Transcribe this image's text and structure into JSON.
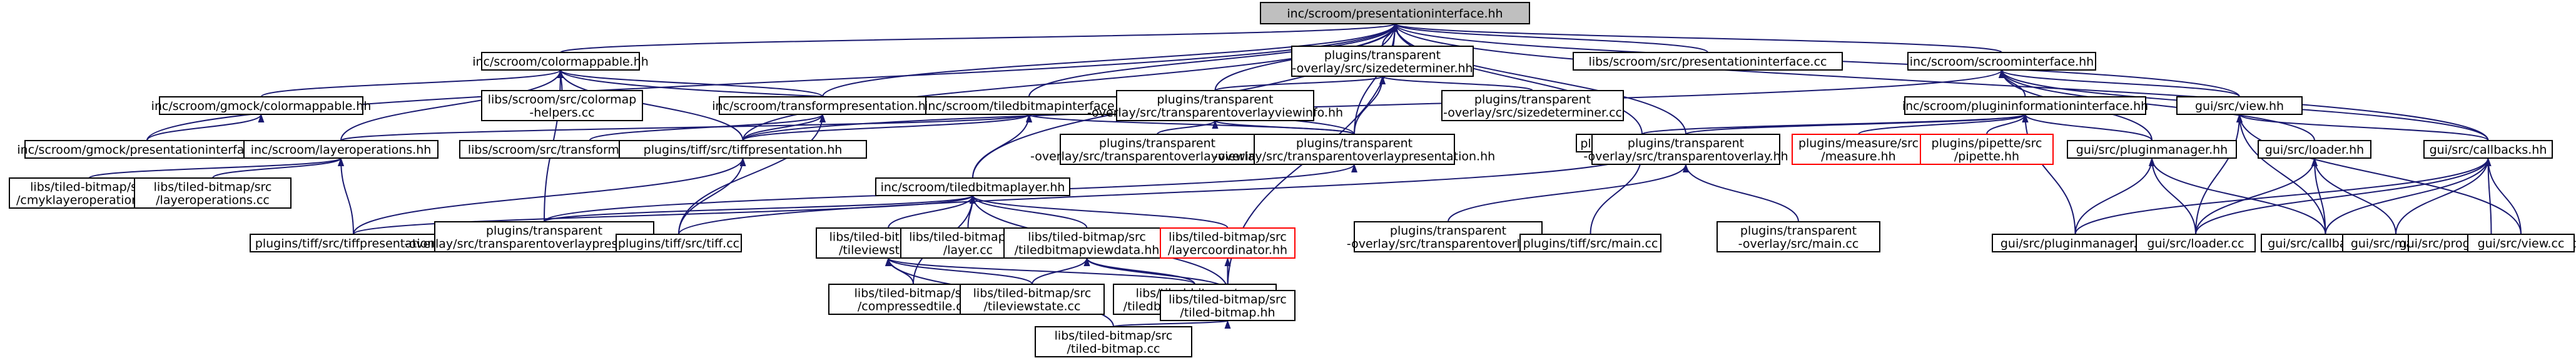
{
  "colors": {
    "edge": "#191970",
    "root_fill": "#bfbfbf",
    "box_border": "#000000",
    "missing_border": "#ff0000"
  },
  "nodes": [
    {
      "id": "root",
      "lines": [
        "inc/scroom/presentationinterface.hh"
      ],
      "kind": "root"
    },
    {
      "id": "colormappable",
      "lines": [
        "inc/scroom/colormappable.hh"
      ]
    },
    {
      "id": "sizedeterminer",
      "lines": [
        "plugins/transparent",
        "-overlay/src/sizedeterminer.hh"
      ]
    },
    {
      "id": "presentationinterface_cc",
      "lines": [
        "libs/scroom/src/presentationinterface.cc"
      ]
    },
    {
      "id": "scroominterface",
      "lines": [
        "inc/scroom/scroominterface.hh"
      ]
    },
    {
      "id": "gmock_colormappable",
      "lines": [
        "inc/scroom/gmock/colormappable.hh"
      ]
    },
    {
      "id": "colormap_helpers",
      "lines": [
        "libs/scroom/src/colormap",
        "-helpers.cc"
      ]
    },
    {
      "id": "transformpresentation",
      "lines": [
        "inc/scroom/transformpresentation.hh"
      ]
    },
    {
      "id": "tiledbitmapinterface",
      "lines": [
        "inc/scroom/tiledbitmapinterface.hh"
      ]
    },
    {
      "id": "viewinfo_hh",
      "lines": [
        "plugins/transparent",
        "-overlay/src/transparentoverlayviewinfo.hh"
      ]
    },
    {
      "id": "sizedeterminer_cc",
      "lines": [
        "plugins/transparent",
        "-overlay/src/sizedeterminer.cc"
      ]
    },
    {
      "id": "plugininformation",
      "lines": [
        "inc/scroom/plugininformationinterface.hh"
      ]
    },
    {
      "id": "view_hh",
      "lines": [
        "gui/src/view.hh"
      ]
    },
    {
      "id": "gmock_presentation",
      "lines": [
        "inc/scroom/gmock/presentationinterface.hh"
      ]
    },
    {
      "id": "layeroperations_hh",
      "lines": [
        "inc/scroom/layeroperations.hh"
      ]
    },
    {
      "id": "transformpresentation_cc",
      "lines": [
        "libs/scroom/src/transformpresentation.cc"
      ]
    },
    {
      "id": "tiffpresentation_hh",
      "lines": [
        "plugins/tiff/src/tiffpresentation.hh"
      ]
    },
    {
      "id": "viewinfo_cc",
      "lines": [
        "plugins/transparent",
        "-overlay/src/transparentoverlayviewinfo.cc"
      ]
    },
    {
      "id": "overlaypresentation_hh",
      "lines": [
        "plugins/transparent",
        "-overlay/src/transparentoverlaypresentation.hh"
      ]
    },
    {
      "id": "tiff_hh",
      "lines": [
        "plugins/tiff/src/tiff.hh"
      ]
    },
    {
      "id": "overlay_hh",
      "lines": [
        "plugins/transparent",
        "-overlay/src/transparentoverlay.hh"
      ]
    },
    {
      "id": "measure_hh",
      "lines": [
        "plugins/measure/src",
        "/measure.hh"
      ],
      "kind": "missing"
    },
    {
      "id": "pipette_hh",
      "lines": [
        "plugins/pipette/src",
        "/pipette.hh"
      ],
      "kind": "missing"
    },
    {
      "id": "pluginmanager_hh",
      "lines": [
        "gui/src/pluginmanager.hh"
      ]
    },
    {
      "id": "loader_hh",
      "lines": [
        "gui/src/loader.hh"
      ]
    },
    {
      "id": "callbacks_hh",
      "lines": [
        "gui/src/callbacks.hh"
      ]
    },
    {
      "id": "tiledbitmaplayer",
      "lines": [
        "inc/scroom/tiledbitmaplayer.hh"
      ]
    },
    {
      "id": "cmyk_cc",
      "lines": [
        "libs/tiled-bitmap/src",
        "/cmyklayeroperations.cc"
      ]
    },
    {
      "id": "layerops_cc",
      "lines": [
        "libs/tiled-bitmap/src",
        "/layeroperations.cc"
      ]
    },
    {
      "id": "tiffpresentation_cc",
      "lines": [
        "plugins/tiff/src/tiffpresentation.cc"
      ]
    },
    {
      "id": "overlaypresentation_cc",
      "lines": [
        "plugins/transparent",
        "-overlay/src/transparentoverlaypresentation.cc"
      ]
    },
    {
      "id": "tiff_cc",
      "lines": [
        "plugins/tiff/src/tiff.cc"
      ]
    },
    {
      "id": "tileviewstate_hh",
      "lines": [
        "libs/tiled-bitmap/src",
        "/tileviewstate.hh"
      ]
    },
    {
      "id": "layer_cc",
      "lines": [
        "libs/tiled-bitmap/src",
        "/layer.cc"
      ]
    },
    {
      "id": "viewdata_hh",
      "lines": [
        "libs/tiled-bitmap/src",
        "/tiledbitmapviewdata.hh"
      ]
    },
    {
      "id": "layercoordinator_hh",
      "lines": [
        "libs/tiled-bitmap/src",
        "/layercoordinator.hh"
      ],
      "kind": "missing"
    },
    {
      "id": "overlay_cc",
      "lines": [
        "plugins/transparent",
        "-overlay/src/transparentoverlay.cc"
      ]
    },
    {
      "id": "tiff_main_cc",
      "lines": [
        "plugins/tiff/src/main.cc"
      ]
    },
    {
      "id": "overlay_main_cc",
      "lines": [
        "plugins/transparent",
        "-overlay/src/main.cc"
      ]
    },
    {
      "id": "pluginmanager_cc",
      "lines": [
        "gui/src/pluginmanager.cc"
      ]
    },
    {
      "id": "loader_cc",
      "lines": [
        "gui/src/loader.cc"
      ]
    },
    {
      "id": "callbacks_cc",
      "lines": [
        "gui/src/callbacks.cc"
      ]
    },
    {
      "id": "main_cc",
      "lines": [
        "gui/src/main.cc"
      ]
    },
    {
      "id": "progressbar_cc",
      "lines": [
        "gui/src/progressbarmanager.cc"
      ]
    },
    {
      "id": "view_cc",
      "lines": [
        "gui/src/view.cc"
      ]
    },
    {
      "id": "compressedtile_cc",
      "lines": [
        "libs/tiled-bitmap/src",
        "/compressedtile.cc"
      ]
    },
    {
      "id": "tileviewstate_cc",
      "lines": [
        "libs/tiled-bitmap/src",
        "/tileviewstate.cc"
      ]
    },
    {
      "id": "viewdata_cc",
      "lines": [
        "libs/tiled-bitmap/src",
        "/tiledbitmapviewdata.cc"
      ]
    },
    {
      "id": "tiledbitmap_hh",
      "lines": [
        "libs/tiled-bitmap/src",
        "/tiled-bitmap.hh"
      ]
    },
    {
      "id": "tiledbitmap_cc",
      "lines": [
        "libs/tiled-bitmap/src",
        "/tiled-bitmap.cc"
      ]
    }
  ],
  "edges": [
    [
      "colormappable",
      "root"
    ],
    [
      "sizedeterminer",
      "root"
    ],
    [
      "presentationinterface_cc",
      "root"
    ],
    [
      "scroominterface",
      "root"
    ],
    [
      "tiledbitmapinterface",
      "root"
    ],
    [
      "transformpresentation",
      "root"
    ],
    [
      "gmock_presentation",
      "root"
    ],
    [
      "viewinfo_hh",
      "root"
    ],
    [
      "overlaypresentation_hh",
      "root"
    ],
    [
      "tiffpresentation_hh",
      "root"
    ],
    [
      "tiff_hh",
      "root"
    ],
    [
      "overlay_hh",
      "root"
    ],
    [
      "view_hh",
      "root"
    ],
    [
      "callbacks_hh",
      "root"
    ],
    [
      "tiledbitmaplayer",
      "root"
    ],
    [
      "tiledbitmap_hh",
      "root"
    ],
    [
      "gmock_colormappable",
      "colormappable"
    ],
    [
      "colormap_helpers",
      "colormappable"
    ],
    [
      "transformpresentation",
      "colormappable"
    ],
    [
      "layeroperations_hh",
      "colormappable"
    ],
    [
      "tiffpresentation_hh",
      "colormappable"
    ],
    [
      "overlaypresentation_cc",
      "colormappable"
    ],
    [
      "overlaypresentation_hh",
      "colormappable"
    ],
    [
      "gmock_presentation",
      "gmock_colormappable"
    ],
    [
      "transformpresentation_cc",
      "transformpresentation"
    ],
    [
      "tiffpresentation_hh",
      "transformpresentation"
    ],
    [
      "tiff_cc",
      "transformpresentation"
    ],
    [
      "viewinfo_hh",
      "sizedeterminer"
    ],
    [
      "sizedeterminer_cc",
      "sizedeterminer"
    ],
    [
      "overlaypresentation_hh",
      "sizedeterminer"
    ],
    [
      "plugininformation",
      "scroominterface"
    ],
    [
      "view_hh",
      "scroominterface"
    ],
    [
      "pluginmanager_hh",
      "scroominterface"
    ],
    [
      "loader_hh",
      "scroominterface"
    ],
    [
      "callbacks_hh",
      "scroominterface"
    ],
    [
      "tiffpresentation_hh",
      "scroominterface"
    ],
    [
      "tiledbitmaplayer",
      "tiledbitmapinterface"
    ],
    [
      "layeroperations_hh",
      "tiledbitmapinterface"
    ],
    [
      "tiffpresentation_hh",
      "tiledbitmapinterface"
    ],
    [
      "overlaypresentation_hh",
      "tiledbitmapinterface"
    ],
    [
      "viewinfo_cc",
      "viewinfo_hh"
    ],
    [
      "overlaypresentation_hh",
      "viewinfo_hh"
    ],
    [
      "tiff_hh",
      "plugininformation"
    ],
    [
      "overlay_hh",
      "plugininformation"
    ],
    [
      "measure_hh",
      "plugininformation"
    ],
    [
      "pipette_hh",
      "plugininformation"
    ],
    [
      "pluginmanager_hh",
      "plugininformation"
    ],
    [
      "pluginmanager_cc",
      "plugininformation"
    ],
    [
      "callbacks_hh",
      "view_hh"
    ],
    [
      "callbacks_cc",
      "view_hh"
    ],
    [
      "view_cc",
      "view_hh"
    ],
    [
      "loader_cc",
      "view_hh"
    ],
    [
      "cmyk_cc",
      "layeroperations_hh"
    ],
    [
      "layerops_cc",
      "layeroperations_hh"
    ],
    [
      "tiffpresentation_cc",
      "layeroperations_hh"
    ],
    [
      "tiffpresentation_cc",
      "tiffpresentation_hh"
    ],
    [
      "tiff_cc",
      "tiffpresentation_hh"
    ],
    [
      "overlaypresentation_cc",
      "overlaypresentation_hh"
    ],
    [
      "tiff_cc",
      "tiff_hh"
    ],
    [
      "tiff_main_cc",
      "tiff_hh"
    ],
    [
      "overlay_cc",
      "overlay_hh"
    ],
    [
      "overlay_main_cc",
      "overlay_hh"
    ],
    [
      "pluginmanager_cc",
      "pluginmanager_hh"
    ],
    [
      "loader_cc",
      "pluginmanager_hh"
    ],
    [
      "callbacks_cc",
      "pluginmanager_hh"
    ],
    [
      "loader_cc",
      "loader_hh"
    ],
    [
      "callbacks_cc",
      "loader_hh"
    ],
    [
      "main_cc",
      "loader_hh"
    ],
    [
      "pluginmanager_cc",
      "callbacks_hh"
    ],
    [
      "loader_cc",
      "callbacks_hh"
    ],
    [
      "callbacks_cc",
      "callbacks_hh"
    ],
    [
      "main_cc",
      "callbacks_hh"
    ],
    [
      "progressbar_cc",
      "callbacks_hh"
    ],
    [
      "view_cc",
      "callbacks_hh"
    ],
    [
      "tiffpresentation_cc",
      "tiledbitmaplayer"
    ],
    [
      "overlaypresentation_cc",
      "tiledbitmaplayer"
    ],
    [
      "tileviewstate_hh",
      "tiledbitmaplayer"
    ],
    [
      "layer_cc",
      "tiledbitmaplayer"
    ],
    [
      "viewdata_hh",
      "tiledbitmaplayer"
    ],
    [
      "layercoordinator_hh",
      "tiledbitmaplayer"
    ],
    [
      "compressedtile_cc",
      "tiledbitmaplayer"
    ],
    [
      "tiledbitmap_hh",
      "tiledbitmaplayer"
    ],
    [
      "compressedtile_cc",
      "tileviewstate_hh"
    ],
    [
      "tileviewstate_cc",
      "tileviewstate_hh"
    ],
    [
      "viewdata_cc",
      "tileviewstate_hh"
    ],
    [
      "tiledbitmap_cc",
      "tileviewstate_hh"
    ],
    [
      "tileviewstate_cc",
      "viewdata_hh"
    ],
    [
      "viewdata_cc",
      "viewdata_hh"
    ],
    [
      "tiledbitmap_hh",
      "viewdata_hh"
    ],
    [
      "tiledbitmap_hh",
      "layercoordinator_hh"
    ],
    [
      "tiledbitmap_cc",
      "tiledbitmap_hh"
    ]
  ]
}
